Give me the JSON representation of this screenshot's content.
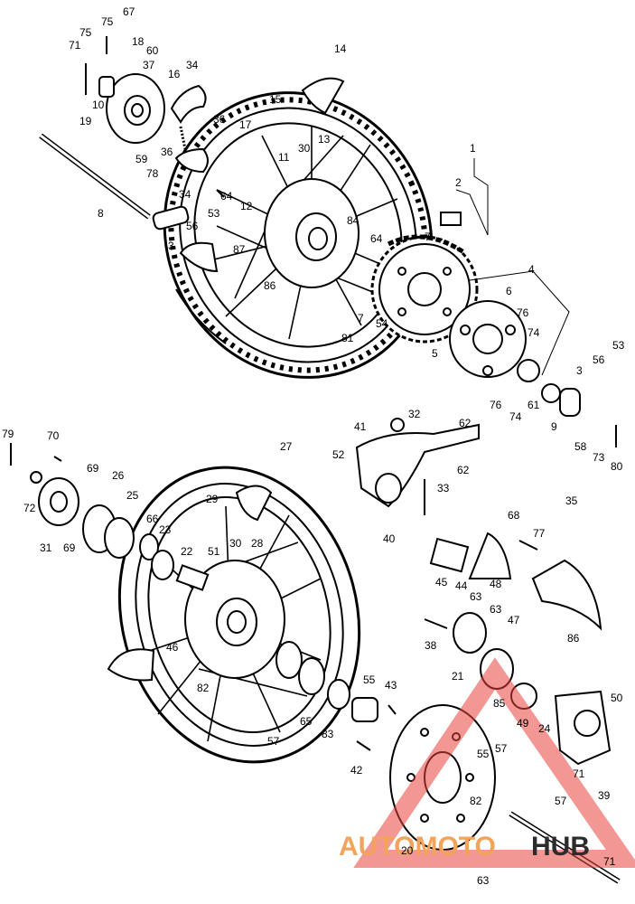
{
  "part_labels": [
    {
      "id": "67",
      "text": "67"
    },
    {
      "id": "75a",
      "text": "75"
    },
    {
      "id": "75b",
      "text": "75"
    },
    {
      "id": "71a",
      "text": "71"
    },
    {
      "id": "18",
      "text": "18"
    },
    {
      "id": "60",
      "text": "60"
    },
    {
      "id": "37",
      "text": "37"
    },
    {
      "id": "16",
      "text": "16"
    },
    {
      "id": "34a",
      "text": "34"
    },
    {
      "id": "10",
      "text": "10"
    },
    {
      "id": "19",
      "text": "19"
    },
    {
      "id": "36a",
      "text": "36"
    },
    {
      "id": "17",
      "text": "17"
    },
    {
      "id": "59",
      "text": "59"
    },
    {
      "id": "36b",
      "text": "36"
    },
    {
      "id": "78",
      "text": "78"
    },
    {
      "id": "64a",
      "text": "64"
    },
    {
      "id": "34b",
      "text": "34"
    },
    {
      "id": "12",
      "text": "12"
    },
    {
      "id": "53a",
      "text": "53"
    },
    {
      "id": "56a",
      "text": "56"
    },
    {
      "id": "8",
      "text": "8"
    },
    {
      "id": "3a",
      "text": "3"
    },
    {
      "id": "14",
      "text": "14"
    },
    {
      "id": "15",
      "text": "15"
    },
    {
      "id": "30a",
      "text": "30"
    },
    {
      "id": "13",
      "text": "13"
    },
    {
      "id": "11",
      "text": "11"
    },
    {
      "id": "1",
      "text": "1"
    },
    {
      "id": "2",
      "text": "2"
    },
    {
      "id": "87",
      "text": "87"
    },
    {
      "id": "84",
      "text": "84"
    },
    {
      "id": "64b",
      "text": "64"
    },
    {
      "id": "7a",
      "text": "7"
    },
    {
      "id": "86a",
      "text": "86"
    },
    {
      "id": "7b",
      "text": "7"
    },
    {
      "id": "54",
      "text": "54"
    },
    {
      "id": "5",
      "text": "5"
    },
    {
      "id": "4",
      "text": "4"
    },
    {
      "id": "6",
      "text": "6"
    },
    {
      "id": "76a",
      "text": "76"
    },
    {
      "id": "74a",
      "text": "74"
    },
    {
      "id": "81",
      "text": "81"
    },
    {
      "id": "53b",
      "text": "53"
    },
    {
      "id": "3b",
      "text": "3"
    },
    {
      "id": "56b",
      "text": "56"
    },
    {
      "id": "76b",
      "text": "76"
    },
    {
      "id": "74b",
      "text": "74"
    },
    {
      "id": "61",
      "text": "61"
    },
    {
      "id": "9",
      "text": "9"
    },
    {
      "id": "58",
      "text": "58"
    },
    {
      "id": "73",
      "text": "73"
    },
    {
      "id": "80",
      "text": "80"
    },
    {
      "id": "79",
      "text": "79"
    },
    {
      "id": "70",
      "text": "70"
    },
    {
      "id": "41",
      "text": "41"
    },
    {
      "id": "32",
      "text": "32"
    },
    {
      "id": "62a",
      "text": "62"
    },
    {
      "id": "27",
      "text": "27"
    },
    {
      "id": "52",
      "text": "52"
    },
    {
      "id": "62b",
      "text": "62"
    },
    {
      "id": "69a",
      "text": "69"
    },
    {
      "id": "26",
      "text": "26"
    },
    {
      "id": "72",
      "text": "72"
    },
    {
      "id": "25",
      "text": "25"
    },
    {
      "id": "29",
      "text": "29"
    },
    {
      "id": "33",
      "text": "33"
    },
    {
      "id": "66",
      "text": "66"
    },
    {
      "id": "35",
      "text": "35"
    },
    {
      "id": "63a",
      "text": "63"
    },
    {
      "id": "68",
      "text": "68"
    },
    {
      "id": "77",
      "text": "77"
    },
    {
      "id": "31",
      "text": "31"
    },
    {
      "id": "69b",
      "text": "69"
    },
    {
      "id": "30b",
      "text": "30"
    },
    {
      "id": "28",
      "text": "28"
    },
    {
      "id": "40",
      "text": "40"
    },
    {
      "id": "23",
      "text": "23"
    },
    {
      "id": "22",
      "text": "22"
    },
    {
      "id": "51",
      "text": "51"
    },
    {
      "id": "45",
      "text": "45"
    },
    {
      "id": "44",
      "text": "44"
    },
    {
      "id": "63b",
      "text": "63"
    },
    {
      "id": "48",
      "text": "48"
    },
    {
      "id": "47",
      "text": "47"
    },
    {
      "id": "38",
      "text": "38"
    },
    {
      "id": "86b",
      "text": "86"
    },
    {
      "id": "46",
      "text": "46"
    },
    {
      "id": "21",
      "text": "21"
    },
    {
      "id": "55a",
      "text": "55"
    },
    {
      "id": "43",
      "text": "43"
    },
    {
      "id": "85",
      "text": "85"
    },
    {
      "id": "82a",
      "text": "82"
    },
    {
      "id": "50",
      "text": "50"
    },
    {
      "id": "49",
      "text": "49"
    },
    {
      "id": "24",
      "text": "24"
    },
    {
      "id": "65",
      "text": "65"
    },
    {
      "id": "83",
      "text": "83"
    },
    {
      "id": "57a",
      "text": "57"
    },
    {
      "id": "57b",
      "text": "57"
    },
    {
      "id": "55b",
      "text": "55"
    },
    {
      "id": "42",
      "text": "42"
    },
    {
      "id": "71b",
      "text": "71"
    },
    {
      "id": "57c",
      "text": "57"
    },
    {
      "id": "82b",
      "text": "82"
    },
    {
      "id": "39",
      "text": "39"
    },
    {
      "id": "20",
      "text": "20"
    },
    {
      "id": "71c",
      "text": "71"
    },
    {
      "id": "63c",
      "text": "63"
    }
  ],
  "watermark": {
    "part1": "AUTOMOTO",
    "part2": "HUB",
    "colors": {
      "triangle": "#e8413a",
      "auto": "#f3a35a",
      "hub": "#2c2c2c"
    }
  }
}
